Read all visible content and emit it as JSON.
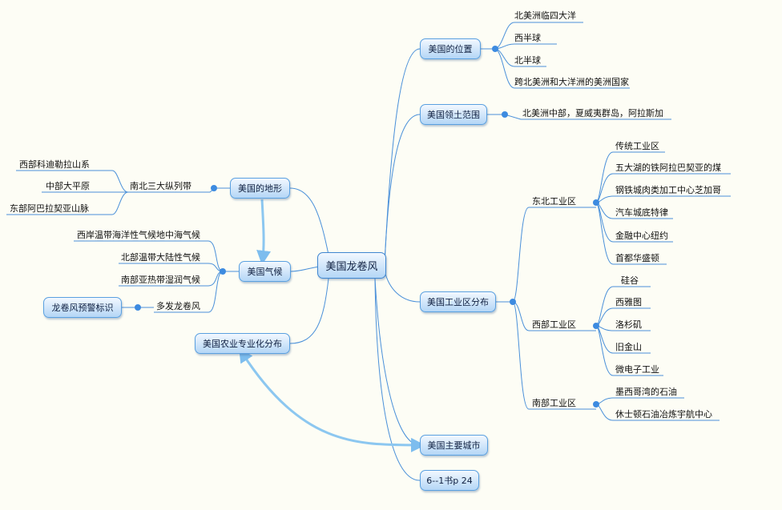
{
  "root": "美国龙卷风",
  "right": {
    "location": {
      "label": "美国的位置",
      "items": [
        "北美洲临四大洋",
        "西半球",
        "北半球",
        "跨北美洲和大洋洲的美洲国家"
      ]
    },
    "territory": {
      "label": "美国领土范围",
      "items": [
        "北美洲中部，夏威夷群岛，阿拉斯加"
      ]
    },
    "industry": {
      "label": "美国工业区分布",
      "northeast": {
        "label": "东北工业区",
        "items": [
          "传统工业区",
          "五大湖的铁阿拉巴契亚的煤",
          "钢铁城肉类加工中心芝加哥",
          "汽车城底特律",
          "金融中心纽约",
          "首都华盛顿"
        ]
      },
      "west": {
        "label": "西部工业区",
        "items": [
          "硅谷",
          "西雅图",
          "洛杉矶",
          "旧金山",
          "微电子工业"
        ]
      },
      "south": {
        "label": "南部工业区",
        "items": [
          "墨西哥湾的石油",
          "休士顿石油冶炼宇航中心"
        ]
      }
    },
    "cities": {
      "label": "美国主要城市"
    },
    "book": {
      "label": "6--1书p 24"
    }
  },
  "left": {
    "terrain": {
      "label": "美国的地形",
      "branch": "南北三大纵列带",
      "items": [
        "西部科迪勒拉山系",
        "中部大平原",
        "东部阿巴拉契亚山脉"
      ]
    },
    "climate": {
      "label": "美国气候",
      "items": [
        "西岸温带海洋性气候地中海气候",
        "北部温带大陆性气候",
        "南部亚热带湿润气候",
        "多发龙卷风"
      ]
    },
    "tornado_warning": {
      "label": "龙卷风预警标识"
    },
    "agriculture": {
      "label": "美国农业专业化分布"
    }
  },
  "colors": {
    "line": "#4a90d9",
    "node_border": "#5aa0e0",
    "node_fill_top": "#f2f8ff",
    "node_fill_bottom": "#b4d6f6",
    "relation_arrow": "#8cc7f0",
    "background": "#fdfdf5"
  }
}
